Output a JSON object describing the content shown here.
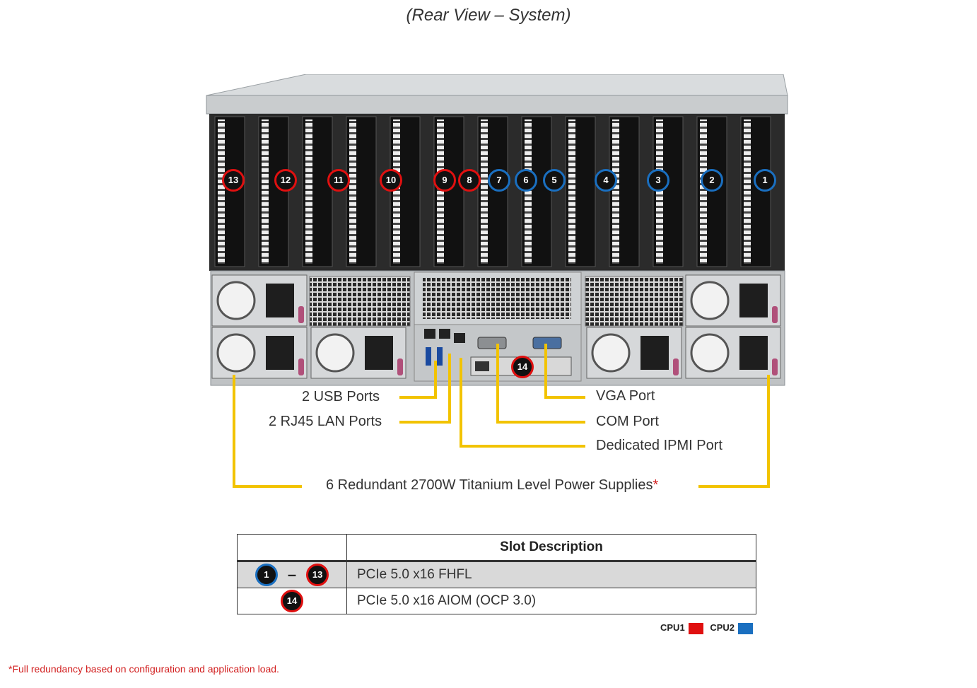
{
  "title": "(Rear View – System)",
  "slots": {
    "red": [
      "13",
      "12",
      "11",
      "10",
      "9",
      "8"
    ],
    "blue": [
      "7",
      "6",
      "5",
      "4",
      "3",
      "2",
      "1"
    ],
    "aiom": "14"
  },
  "callouts": {
    "usb": "2 USB Ports",
    "lan": "2 RJ45 LAN Ports",
    "vga": "VGA Port",
    "com": "COM Port",
    "ipmi": "Dedicated IPMI Port",
    "psu": "6 Redundant 2700W Titanium Level Power Supplies",
    "psu_asterisk": "*"
  },
  "table": {
    "header": "Slot Description",
    "rows": [
      {
        "from": "1",
        "to": "13",
        "description": "PCIe 5.0 x16 FHFL"
      },
      {
        "slot": "14",
        "description": "PCIe 5.0 x16 AIOM (OCP 3.0)"
      }
    ]
  },
  "legend": {
    "cpu1_label": "CPU1",
    "cpu1_color": "#e01010",
    "cpu2_label": "CPU2",
    "cpu2_color": "#1a6fc0"
  },
  "footnote": "*Full redundancy based on configuration and application load.",
  "colors": {
    "callout_line": "#f2c300",
    "cpu1": "#e01010",
    "cpu2": "#1a6fc0"
  }
}
